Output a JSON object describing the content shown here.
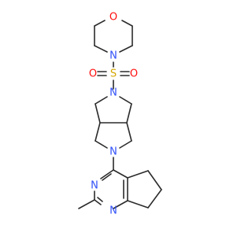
{
  "molecule": {
    "atoms": {
      "morpholine_o": {
        "symbol": "O",
        "color": "#ff0d0d"
      },
      "morpholine_n": {
        "symbol": "N",
        "color": "#3050f8"
      },
      "sulfur": {
        "symbol": "S",
        "color": "#d4a600"
      },
      "sulfonyl_o_left": {
        "symbol": "O",
        "color": "#ff0d0d"
      },
      "sulfonyl_o_right": {
        "symbol": "O",
        "color": "#ff0d0d"
      },
      "bicyclic_n_top": {
        "symbol": "N",
        "color": "#3050f8"
      },
      "bicyclic_n_bottom": {
        "symbol": "N",
        "color": "#3050f8"
      },
      "pyrimidine_n_left": {
        "symbol": "N",
        "color": "#3050f8"
      },
      "pyrimidine_n_bottom": {
        "symbol": "N",
        "color": "#3050f8"
      }
    },
    "bond_color": "#2b2b2b"
  }
}
